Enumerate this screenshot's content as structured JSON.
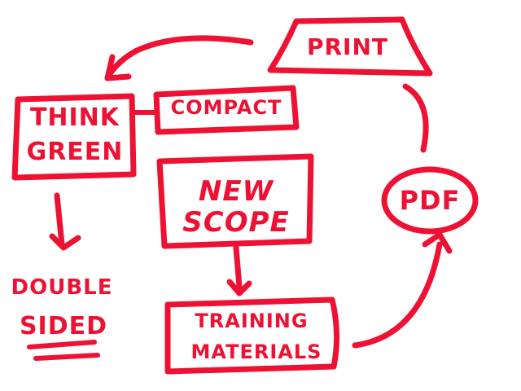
{
  "diagram": {
    "type": "hand-drawn flowchart",
    "ink_color": "#ee1133",
    "background": "#ffffff",
    "nodes": {
      "print": {
        "label": "PRINT",
        "shape": "trapezoid"
      },
      "compact": {
        "label": "COMPACT",
        "shape": "rectangle"
      },
      "think_green": {
        "line1": "THINK",
        "line2": "GREEN",
        "shape": "rectangle"
      },
      "new_scope": {
        "line1": "NEW",
        "line2": "SCOPE",
        "shape": "rectangle"
      },
      "double_sided": {
        "line1": "DOUBLE",
        "line2": "SIDED",
        "shape": "text-underlined"
      },
      "training_materials": {
        "line1": "TRAINING",
        "line2": "MATERIALS",
        "shape": "rectangle"
      },
      "pdf": {
        "label": "PDF",
        "shape": "ellipse"
      }
    },
    "edges": [
      {
        "from": "print",
        "to": "think_green",
        "type": "arrow"
      },
      {
        "from": "think_green",
        "to": "compact",
        "type": "line"
      },
      {
        "from": "think_green",
        "to": "double_sided",
        "type": "arrow"
      },
      {
        "from": "new_scope",
        "to": "training_materials",
        "type": "arrow"
      },
      {
        "from": "training_materials",
        "to": "pdf",
        "type": "arrow"
      },
      {
        "from": "pdf",
        "to": "print",
        "type": "line"
      }
    ]
  }
}
